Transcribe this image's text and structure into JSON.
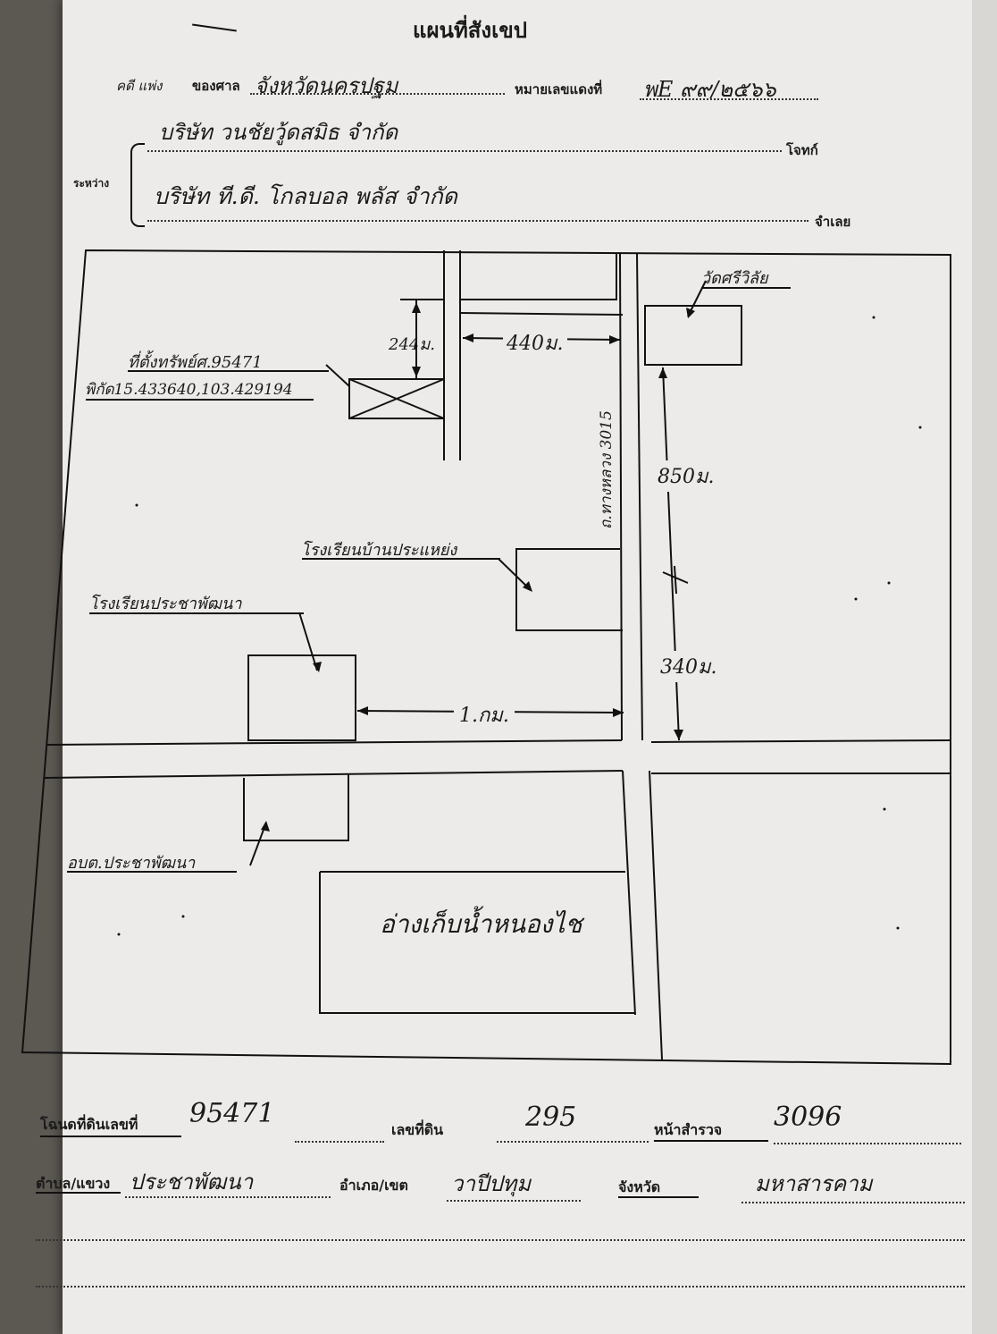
{
  "header": {
    "title": "แผนที่สังเขป",
    "kadi_prefix": "คดี แพ่ง",
    "court_label": "ของศาล",
    "court_value": "จังหวัดนครปฐม",
    "case_no_label": "หมายเลขแดงที่",
    "case_no_value": "พE ๙๙/๒๕๖๖",
    "plaintiff_value": "บริษัท วนชัยวู้ดสมิธ จำกัด",
    "plaintiff_label": "โจทก์",
    "between_label": "ระหว่าง",
    "defendant_value": "บริษัท ที.ดี. โกลบอล พลัส จำกัด",
    "defendant_label": "จำเลย"
  },
  "map": {
    "property_label": "ที่ตั้งทรัพย์ศ.95471",
    "coords_label": "พิกัด15.433640,103.429194",
    "dist_vertical_short": "244ม.",
    "dist_horizontal_top": "440ม.",
    "temple_label": "วัดศรีวิลัย",
    "road_label": "ถ.ทางหลวง 3015",
    "dist_850": "850ม.",
    "school1_label": "โรงเรียนบ้านประแหย่ง",
    "school2_label": "โรงเรียนประชาพัฒนา",
    "dist_340": "340ม.",
    "dist_1km": "1.กม.",
    "sao_label": "อบต.ประชาพัฒนา",
    "reservoir_label": "อ่างเก็บน้ำหนองไช"
  },
  "footer": {
    "deed_label": "โฉนดที่ดินเลขที่",
    "deed_value": "95471",
    "land_no_label": "เลขที่ดิน",
    "land_no_value": "295",
    "survey_label": "หน้าสำรวจ",
    "survey_value": "3096",
    "subdistrict_label": "ตำบล/แขวง",
    "subdistrict_value": "ประชาพัฒนา",
    "district_label": "อำเภอ/เขต",
    "district_value": "วาปีปทุม",
    "province_label": "จังหวัด",
    "province_value": "มหาสารคาม"
  }
}
